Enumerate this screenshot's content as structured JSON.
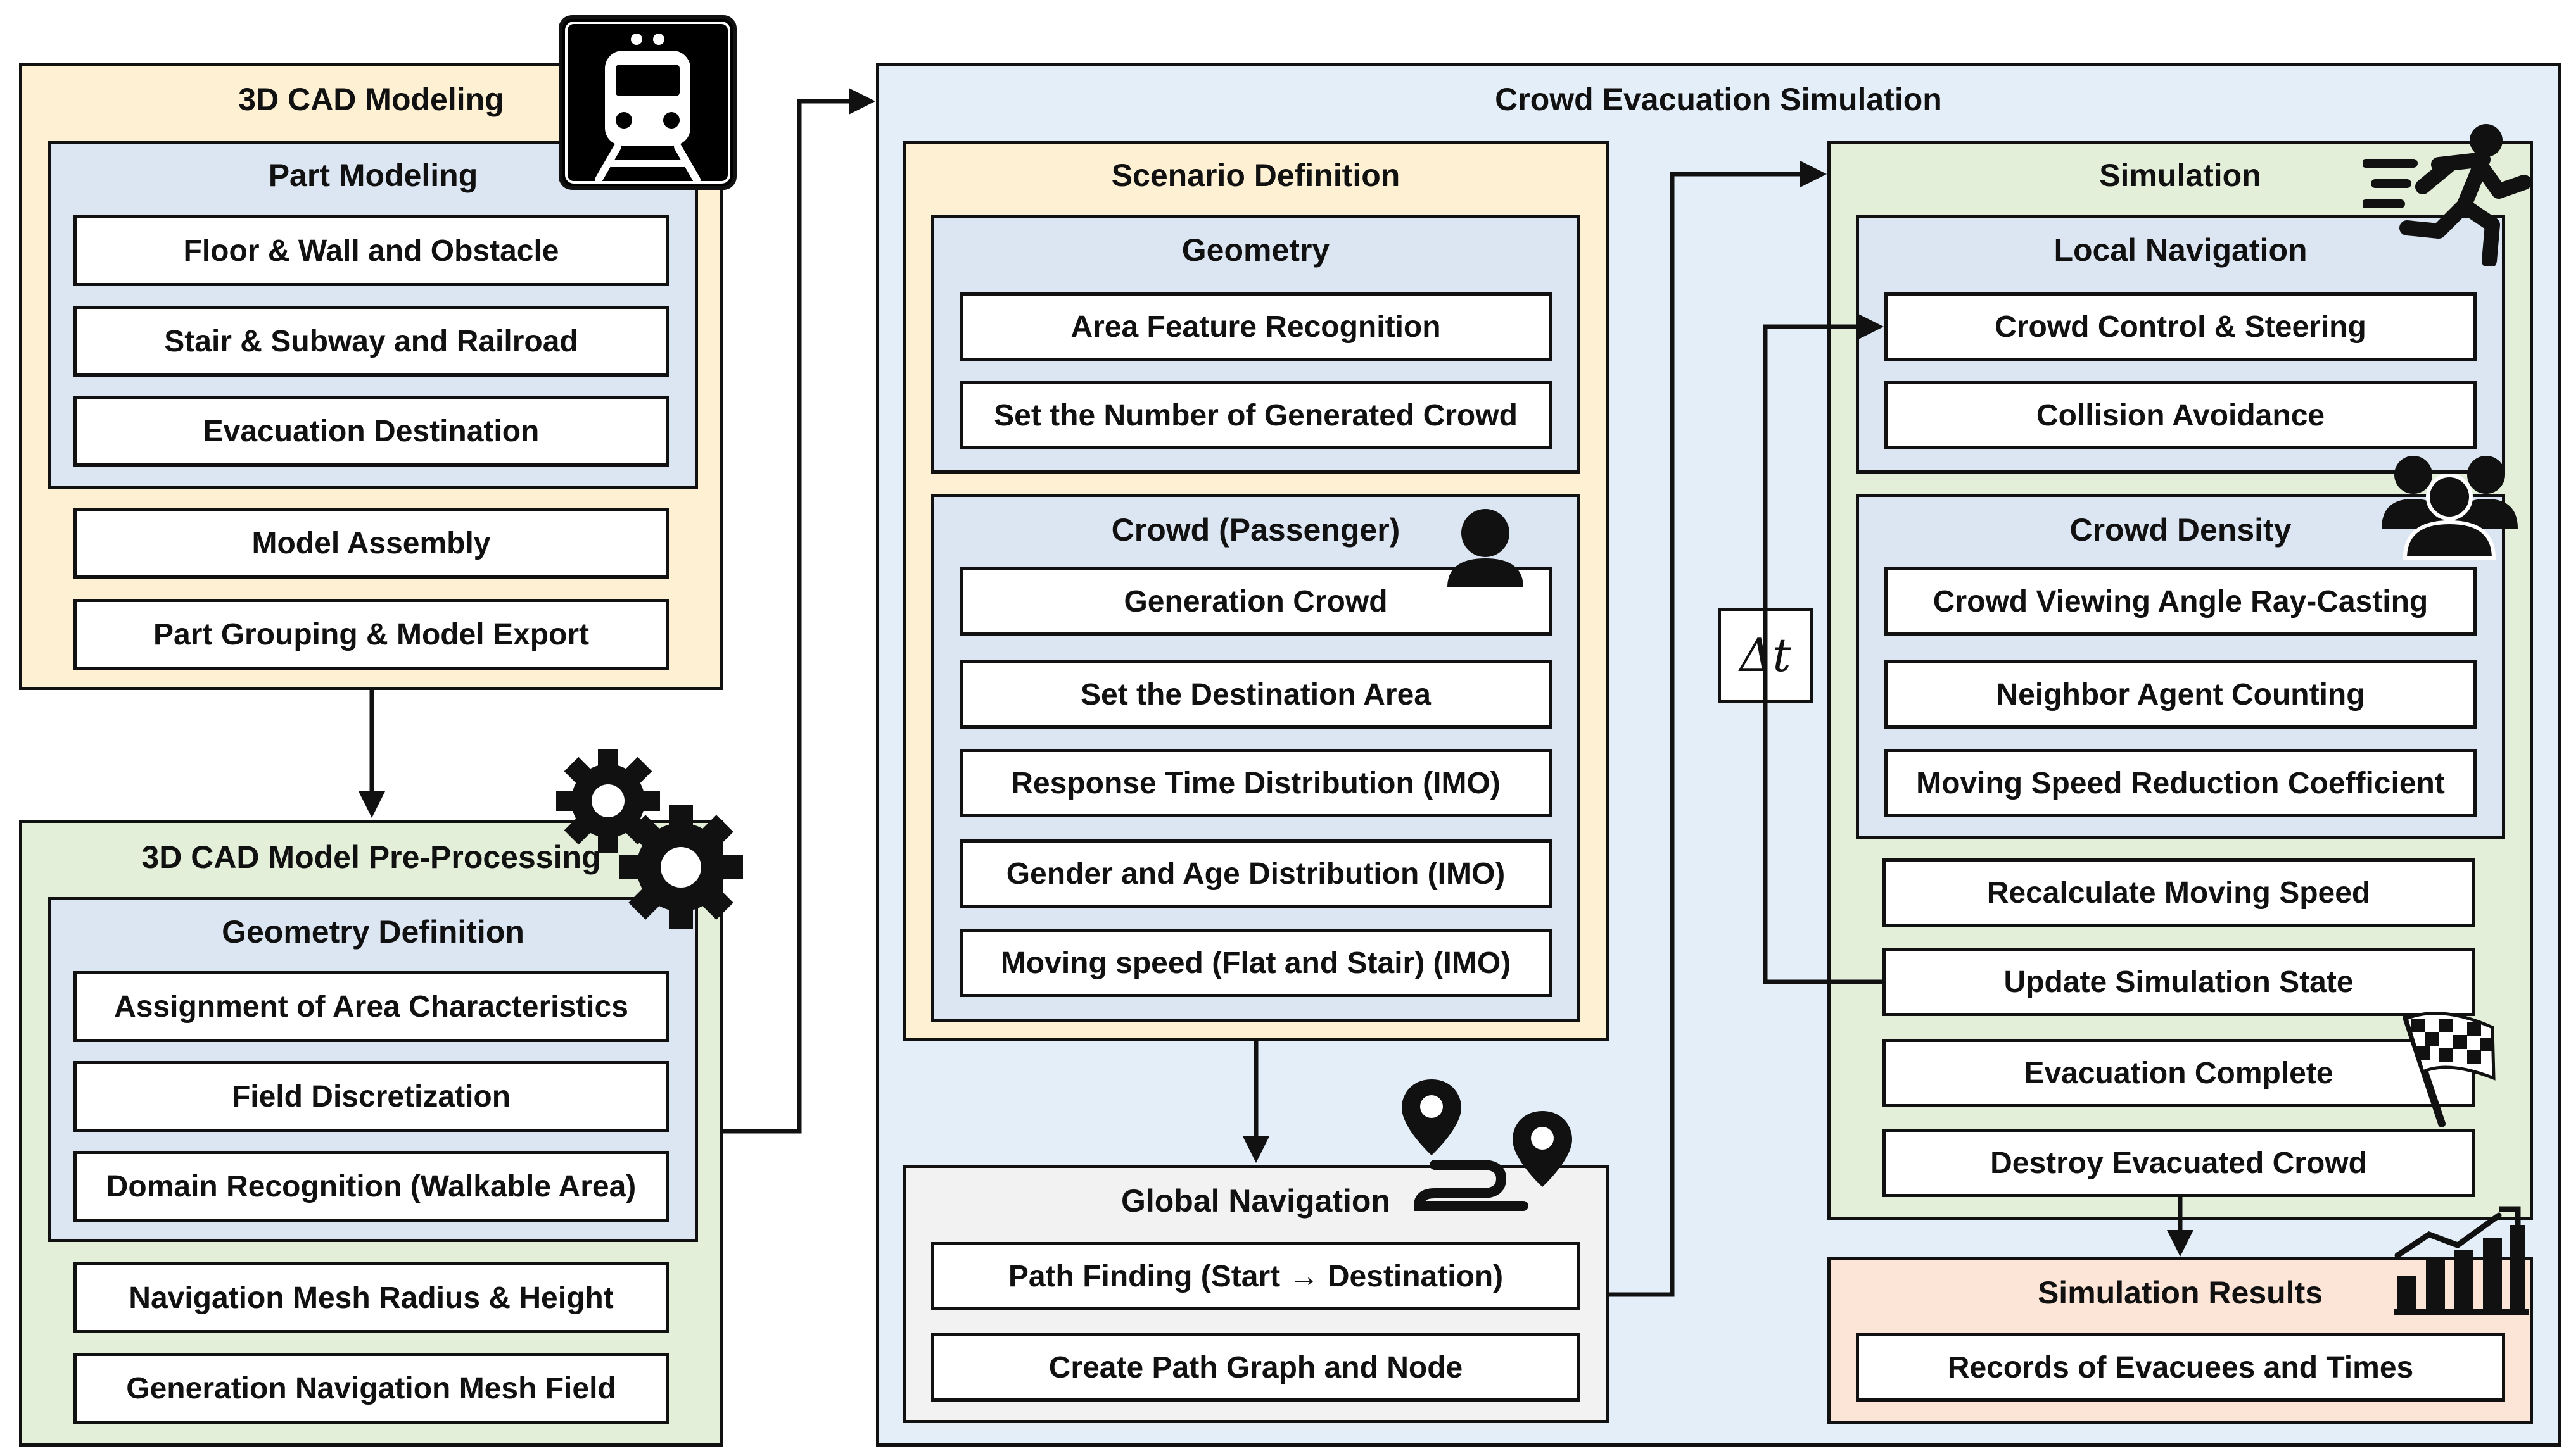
{
  "cad_modeling": {
    "title": "3D CAD Modeling",
    "part_modeling": {
      "title": "Part Modeling",
      "items": [
        "Floor & Wall and Obstacle",
        "Stair & Subway and Railroad",
        "Evacuation Destination"
      ]
    },
    "items": [
      "Model Assembly",
      "Part Grouping & Model Export"
    ]
  },
  "preprocessing": {
    "title": "3D CAD Model Pre-Processing",
    "geometry_definition": {
      "title": "Geometry Definition",
      "items": [
        "Assignment of Area Characteristics",
        "Field Discretization",
        "Domain Recognition (Walkable Area)"
      ]
    },
    "items": [
      "Navigation Mesh Radius & Height",
      "Generation Navigation Mesh Field"
    ]
  },
  "crowd_sim": {
    "title": "Crowd Evacuation Simulation",
    "scenario": {
      "title": "Scenario Definition",
      "geometry": {
        "title": "Geometry",
        "items": [
          "Area Feature Recognition",
          "Set the Number of Generated Crowd"
        ]
      },
      "crowd": {
        "title": "Crowd (Passenger)",
        "items": [
          "Generation Crowd",
          "Set the Destination Area",
          "Response Time Distribution (IMO)",
          "Gender and Age Distribution (IMO)",
          "Moving speed (Flat and Stair) (IMO)"
        ]
      }
    },
    "global_nav": {
      "title": "Global Navigation",
      "items": [
        "Path Finding (Start → Destination)",
        "Create Path Graph and Node"
      ]
    },
    "delta_t": "Δt",
    "simulation": {
      "title": "Simulation",
      "local_nav": {
        "title": "Local Navigation",
        "items": [
          "Crowd Control & Steering",
          "Collision Avoidance"
        ]
      },
      "density": {
        "title": "Crowd Density",
        "items": [
          "Crowd Viewing Angle Ray-Casting",
          "Neighbor Agent Counting",
          "Moving Speed Reduction Coefficient"
        ]
      },
      "items": [
        "Recalculate Moving Speed",
        "Update Simulation State",
        "Evacuation Complete",
        "Destroy Evacuated Crowd"
      ]
    },
    "results": {
      "title": "Simulation Results",
      "items": [
        "Records of Evacuees and Times"
      ]
    }
  },
  "icons": [
    "train-icon",
    "gears-icon",
    "person-icon",
    "route-pins-icon",
    "running-person-icon",
    "group-icon",
    "checkered-flag-icon",
    "bar-chart-icon"
  ],
  "colors": {
    "yellow": "#fdf0d3",
    "blue": "#dce6f3",
    "green": "#e3efd9",
    "light_blue": "#e4eef9",
    "gray": "#f2f2f2",
    "salmon": "#fce4d6"
  }
}
